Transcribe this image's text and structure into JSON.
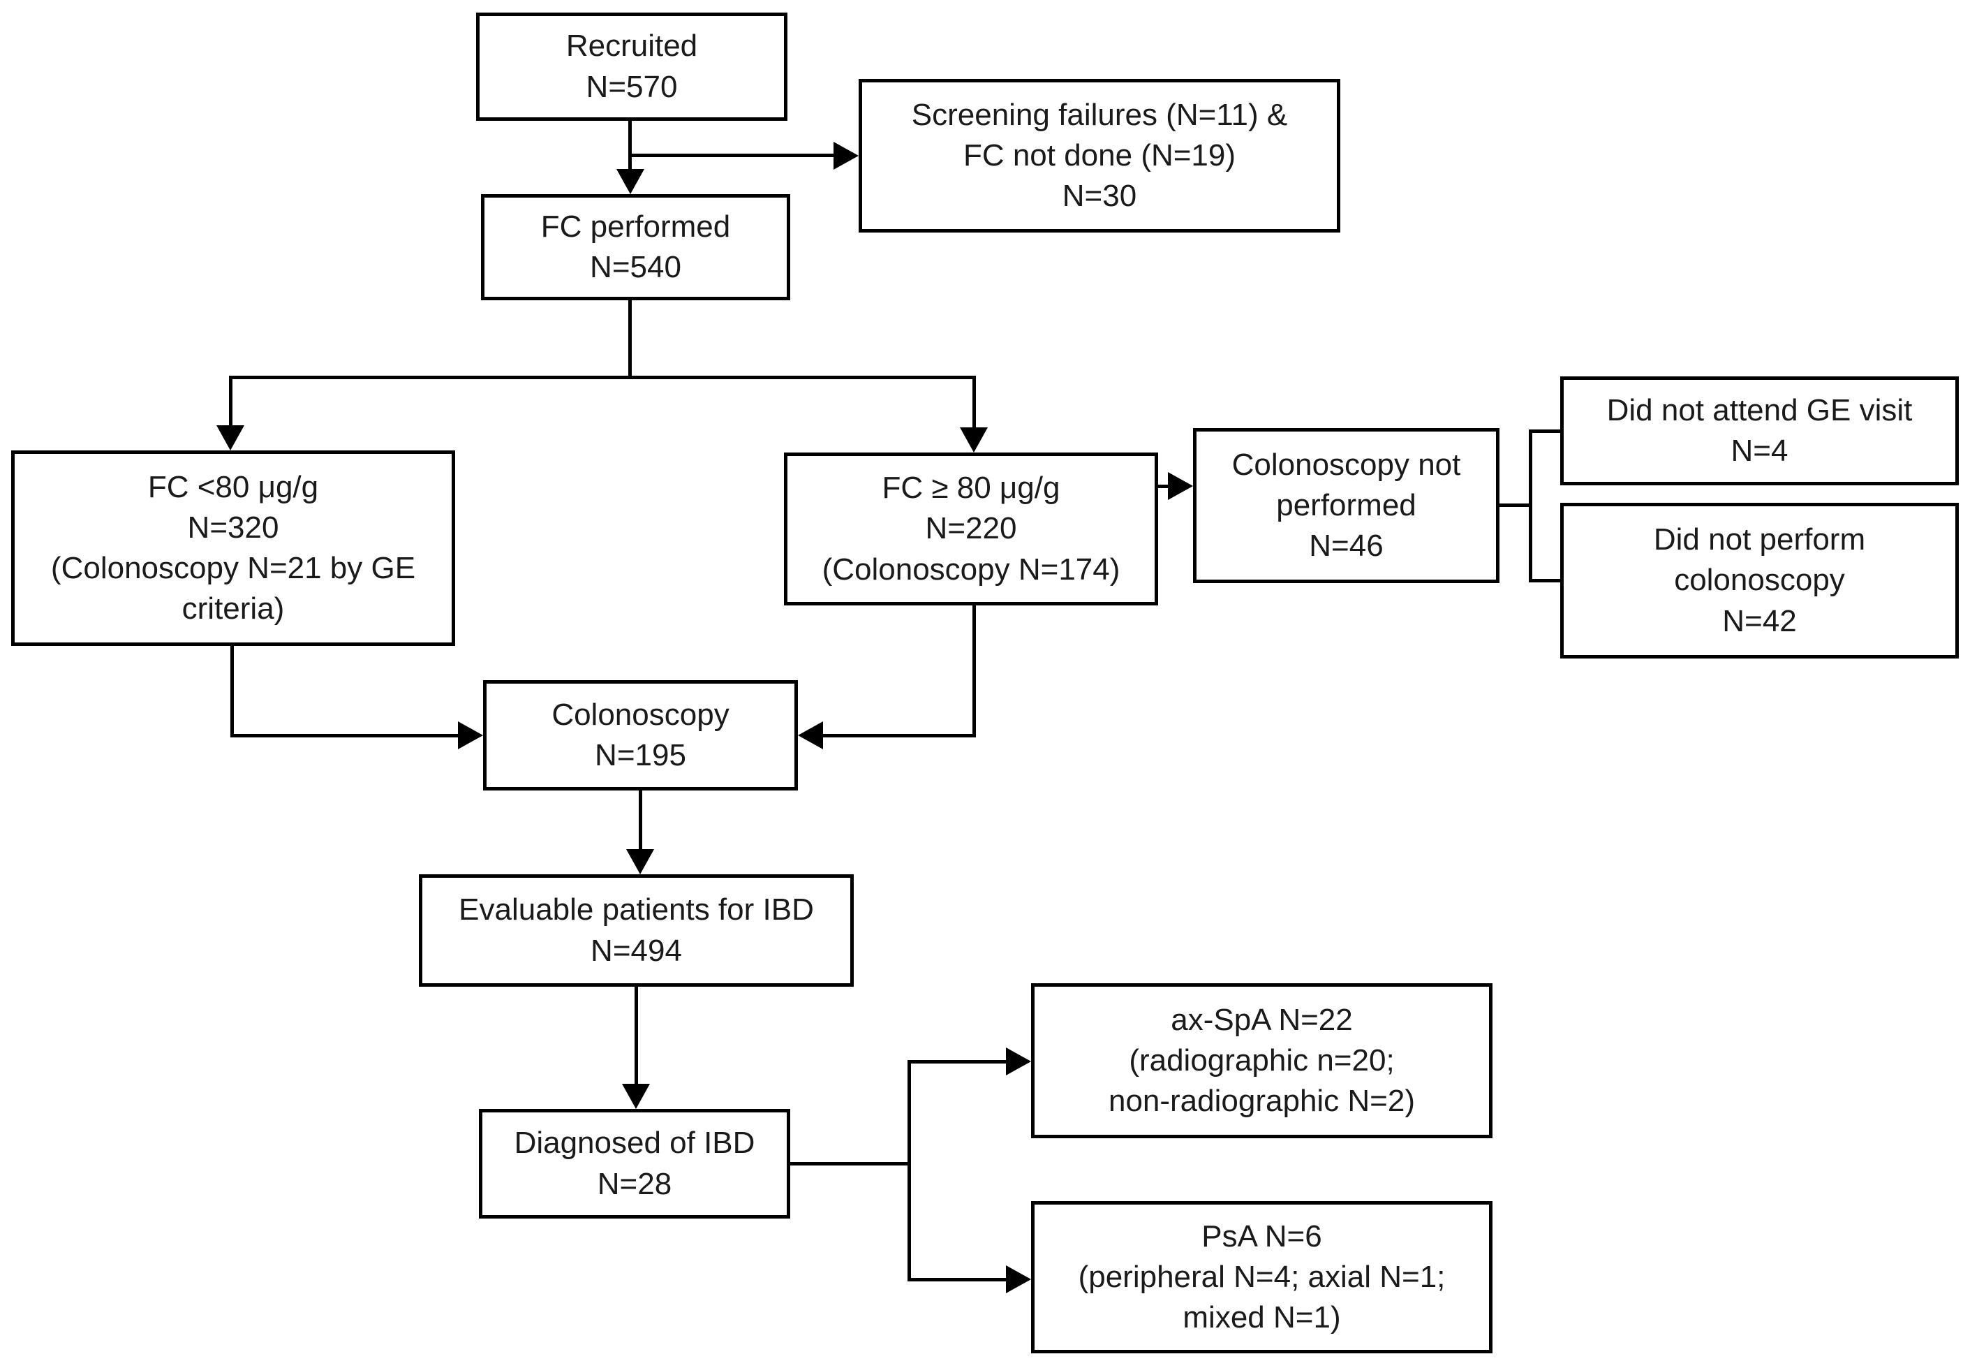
{
  "diagram": {
    "type": "flowchart",
    "colors": {
      "background": "#ffffff",
      "box_border": "#000000",
      "connector": "#000000",
      "text": "#1a1a1a"
    },
    "nodes": {
      "recruited": "Recruited\nN=570",
      "screening_failures": "Screening failures (N=11) &\nFC not done (N=19)\nN=30",
      "fc_performed": "FC performed\nN=540",
      "fc_low": "FC <80 μg/g\nN=320\n(Colonoscopy N=21 by GE\ncriteria)",
      "fc_high": "FC ≥ 80 μg/g\nN=220\n(Colonoscopy N=174)",
      "colonoscopy_not_performed": "Colonoscopy not\nperformed\nN=46",
      "did_not_attend_ge_visit": "Did not attend GE visit\nN=4",
      "did_not_perform_colonoscopy": "Did not perform\ncolonoscopy\nN=42",
      "colonoscopy": "Colonoscopy\nN=195",
      "evaluable_patients": "Evaluable patients for IBD\nN=494",
      "diagnosed_ibd": "Diagnosed of IBD\nN=28",
      "ax_spa": "ax-SpA N=22\n(radiographic n=20;\nnon-radiographic N=2)",
      "psa": "PsA N=6\n(peripheral N=4; axial N=1;\nmixed N=1)"
    }
  }
}
